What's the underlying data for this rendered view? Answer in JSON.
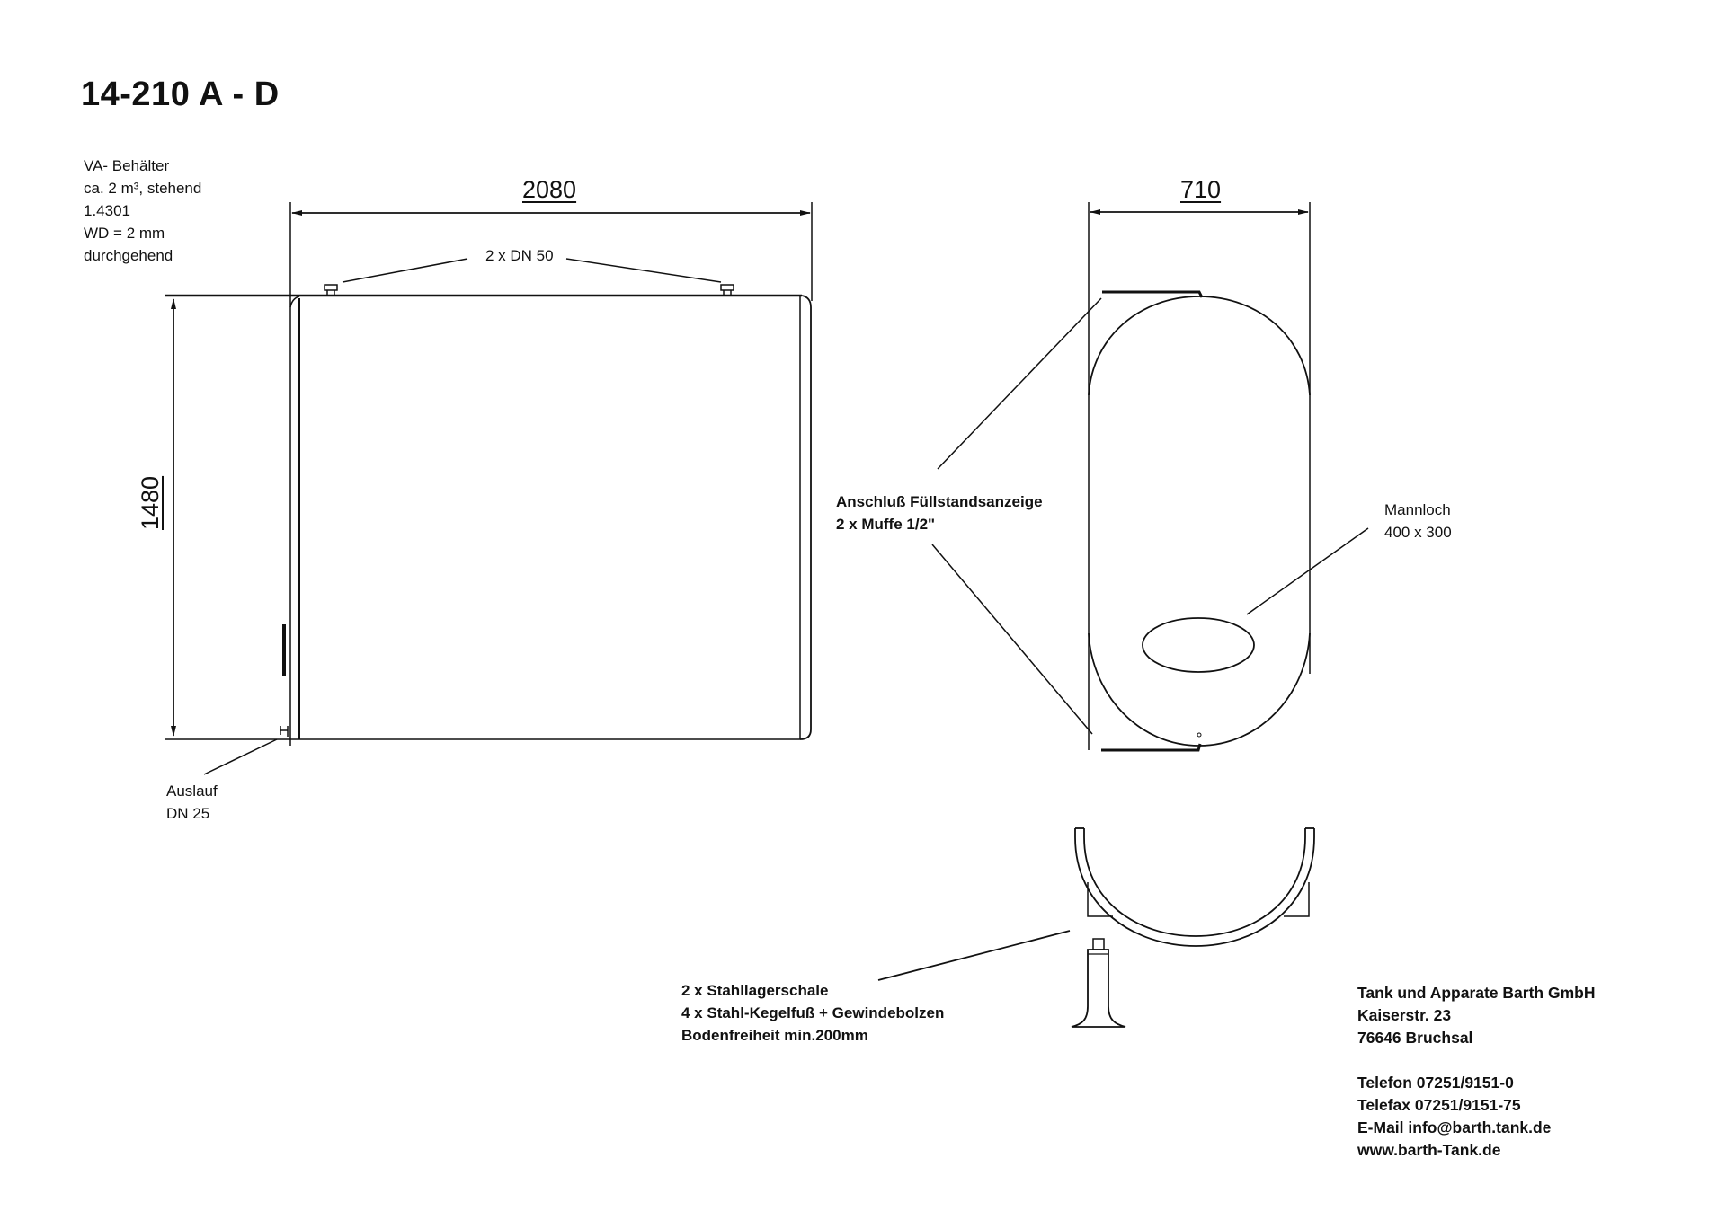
{
  "title": "14-210 A - D",
  "spec": {
    "lines": [
      "VA- Behälter",
      "ca. 2 m³, stehend",
      "1.4301",
      "WD = 2 mm",
      "durchgehend"
    ]
  },
  "side_view": {
    "width_dim": "2080",
    "height_dim": "1480",
    "nozzle_label": "2 x DN 50",
    "outlet_label": [
      "Auslauf",
      "DN 25"
    ]
  },
  "end_view": {
    "width_dim": "710",
    "level_label": [
      "Anschluß Füllstandsanzeige",
      "2 x Muffe 1/2\""
    ],
    "manhole_label": [
      "Mannloch",
      "400 x 300"
    ]
  },
  "support": {
    "labels": [
      "2 x Stahllagerschale",
      "4 x Stahl-Kegelfuß + Gewindebolzen",
      "Bodenfreiheit min.200mm"
    ]
  },
  "company": {
    "name": "Tank und Apparate Barth GmbH",
    "street": "Kaiserstr. 23",
    "city": "76646 Bruchsal",
    "phone": "Telefon 07251/9151-0",
    "fax": "Telefax 07251/9151-75",
    "email": "E-Mail info@barth.tank.de",
    "web": "www.barth-Tank.de"
  },
  "colors": {
    "line": "#111111",
    "background": "#ffffff"
  }
}
